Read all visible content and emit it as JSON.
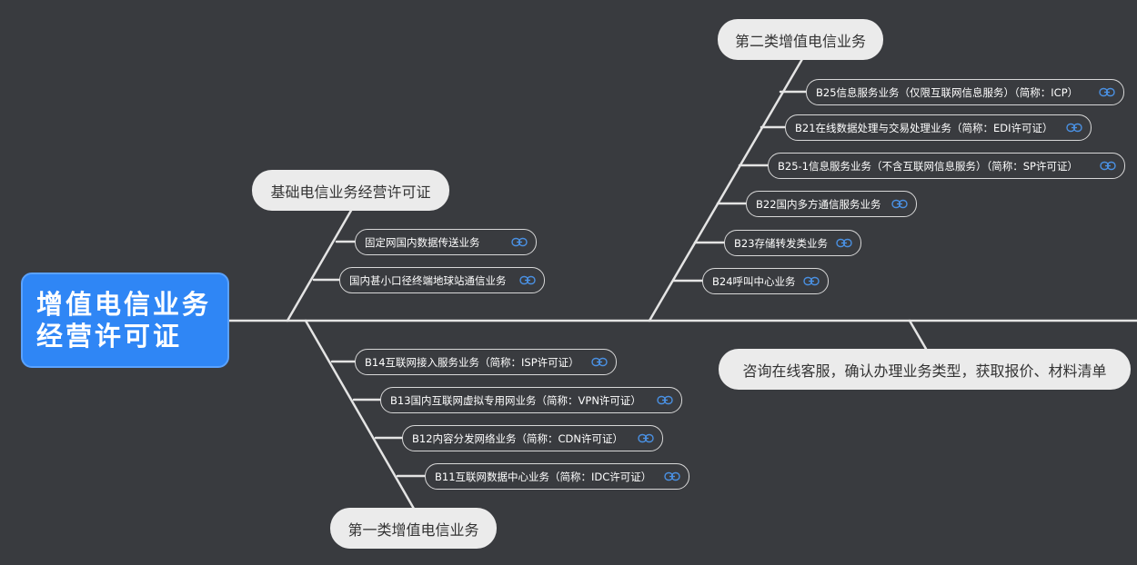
{
  "root": {
    "line1": "增值电信业务",
    "line2": "经营许可证"
  },
  "categories": {
    "basic": "基础电信业务经营许可证",
    "second": "第二类增值电信业务",
    "first": "第一类增值电信业务",
    "consult": "咨询在线客服，确认办理业务类型，获取报价、材料清单"
  },
  "basic_items": [
    "固定网国内数据传送业务",
    "国内甚小口径终端地球站通信业务"
  ],
  "second_items": [
    "B25信息服务业务（仅限互联网信息服务）（简称：ICP）",
    "B21在线数据处理与交易处理业务（简称：EDI许可证）",
    "B25-1信息服务业务（不含互联网信息服务）（简称：SP许可证）",
    "B22国内多方通信服务业务",
    "B23存储转发类业务",
    "B24呼叫中心业务"
  ],
  "first_items": [
    "B14互联网接入服务业务（简称：ISP许可证）",
    "B13国内互联网虚拟专用网业务（简称：VPN许可证）",
    "B12内容分发网络业务（简称：CDN许可证）",
    "B11互联网数据中心业务（简称：IDC许可证）"
  ],
  "colors": {
    "background": "#393b3f",
    "root": "#2f86f5",
    "link_icon": "#4a90e2"
  }
}
